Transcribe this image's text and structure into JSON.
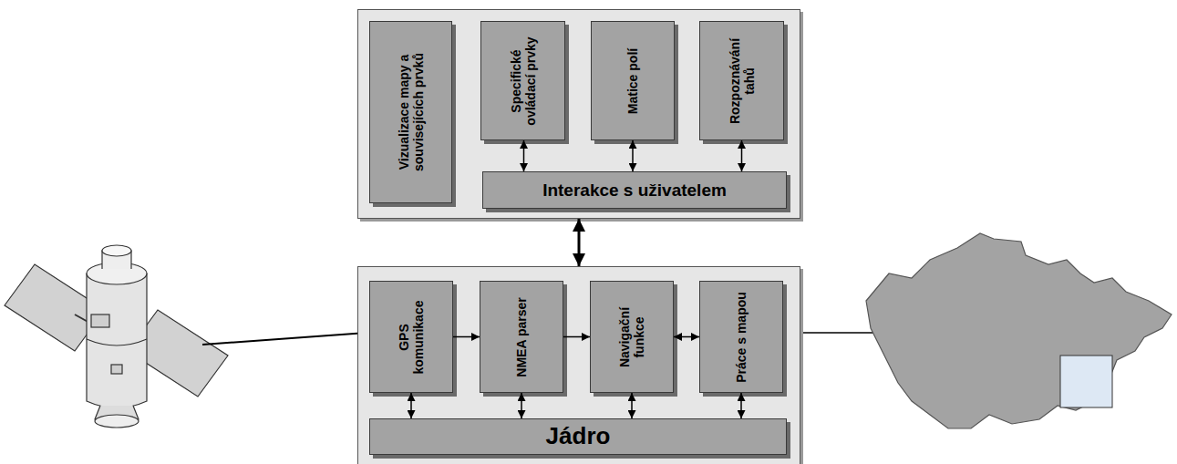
{
  "diagram": {
    "nodes": [
      {
        "text": []
      },
      {
        "text": [
          "Vizualizace mapy a souvisejících prvků"
        ],
        "in": 0
      },
      {
        "text": [
          "Specifické ovládací prvky"
        ],
        "in": 0
      },
      {
        "text": [
          "Matice polí"
        ],
        "in": 0
      },
      {
        "text": [
          "Rozpoznávání tahů"
        ],
        "in": 0
      },
      {
        "text": [
          "Interakce s uživatelem"
        ],
        "in": 0
      },
      {
        "text": []
      },
      {
        "text": [
          "GPS komunikace"
        ],
        "in": 6
      },
      {
        "text": [
          "NMEA parser"
        ],
        "in": 6
      },
      {
        "text": [
          "Navigační funkce"
        ],
        "in": 6
      },
      {
        "text": [
          "Práce s mapou"
        ],
        "in": 6
      },
      {
        "text": [
          "Jádro"
        ],
        "in": 6
      }
    ],
    "edges": [
      {
        "from": 2,
        "to": 5,
        "arrow": "both"
      },
      {
        "from": 3,
        "to": 5,
        "arrow": "both"
      },
      {
        "from": 4,
        "to": 5,
        "arrow": "both"
      },
      {
        "from": 0,
        "to": 6,
        "arrow": "both"
      },
      {
        "from": 7,
        "to": 8,
        "arrow": "to"
      },
      {
        "from": 8,
        "to": 9,
        "arrow": "to"
      },
      {
        "from": 9,
        "to": 10,
        "arrow": "both"
      },
      {
        "from": 7,
        "to": 11,
        "arrow": "both"
      },
      {
        "from": 8,
        "to": 11,
        "arrow": "both"
      },
      {
        "from": 9,
        "to": 11,
        "arrow": "both"
      },
      {
        "from": 10,
        "to": 11,
        "arrow": "both"
      }
    ]
  }
}
